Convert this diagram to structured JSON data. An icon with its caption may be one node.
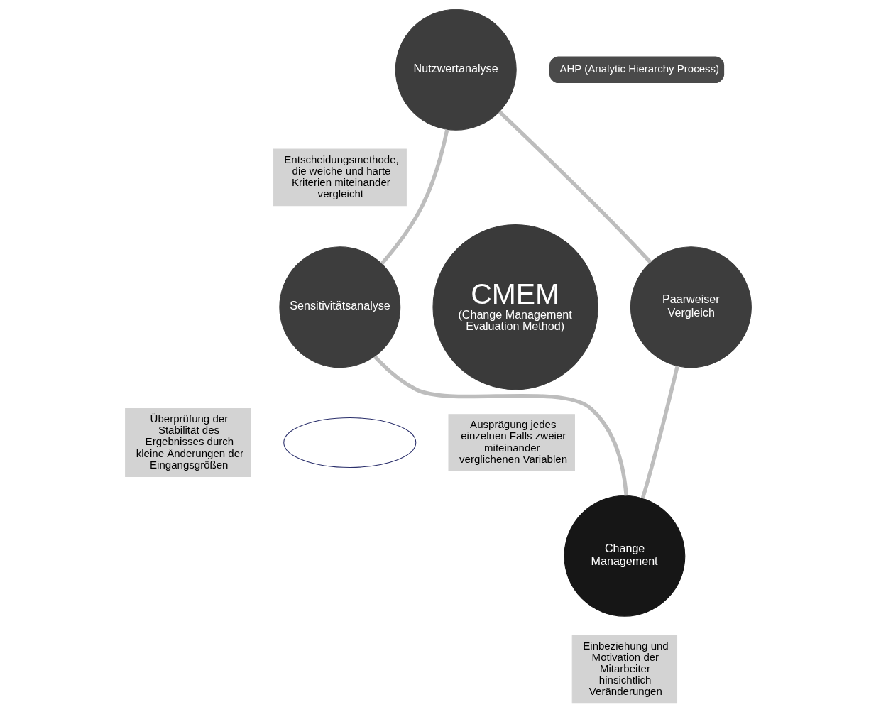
{
  "diagram": {
    "nodes": [
      {
        "text": [
          "Nutzwertanalyse"
        ]
      },
      {
        "text": [
          "AHP (Analytic Hierarchy Process)"
        ]
      },
      {
        "text": [
          "Entscheidungsmethode, die weiche und harte Kriterien miteinander vergleicht"
        ]
      },
      {
        "text": [
          "Sensitivitätsanalyse"
        ]
      },
      {
        "text": [
          "CMEM",
          "(Change Management Evaluation Method)"
        ]
      },
      {
        "text": [
          "Paarweiser Vergleich"
        ]
      },
      {
        "text": [
          "Überprüfung der Stabilität des Ergebnisses durch kleine Änderungen der Eingangsgrößen"
        ]
      },
      {
        "text": [
          "Ausprägung jedes einzelnen Falls zweier miteinander verglichenen Variablen"
        ]
      },
      {
        "text": [
          "Change Management"
        ]
      },
      {
        "text": [
          "Einbeziehung und Motivation der Mitarbeiter hinsichtlich Veränderungen"
        ]
      },
      {
        "text": [],
        "shape": "ellipse"
      }
    ],
    "edges": [
      {
        "from": 0,
        "to": 5,
        "arrow": "none"
      },
      {
        "from": 5,
        "to": 8,
        "arrow": "none"
      },
      {
        "from": 8,
        "to": 3,
        "arrow": "none"
      },
      {
        "from": 3,
        "to": 0,
        "arrow": "none"
      }
    ]
  }
}
